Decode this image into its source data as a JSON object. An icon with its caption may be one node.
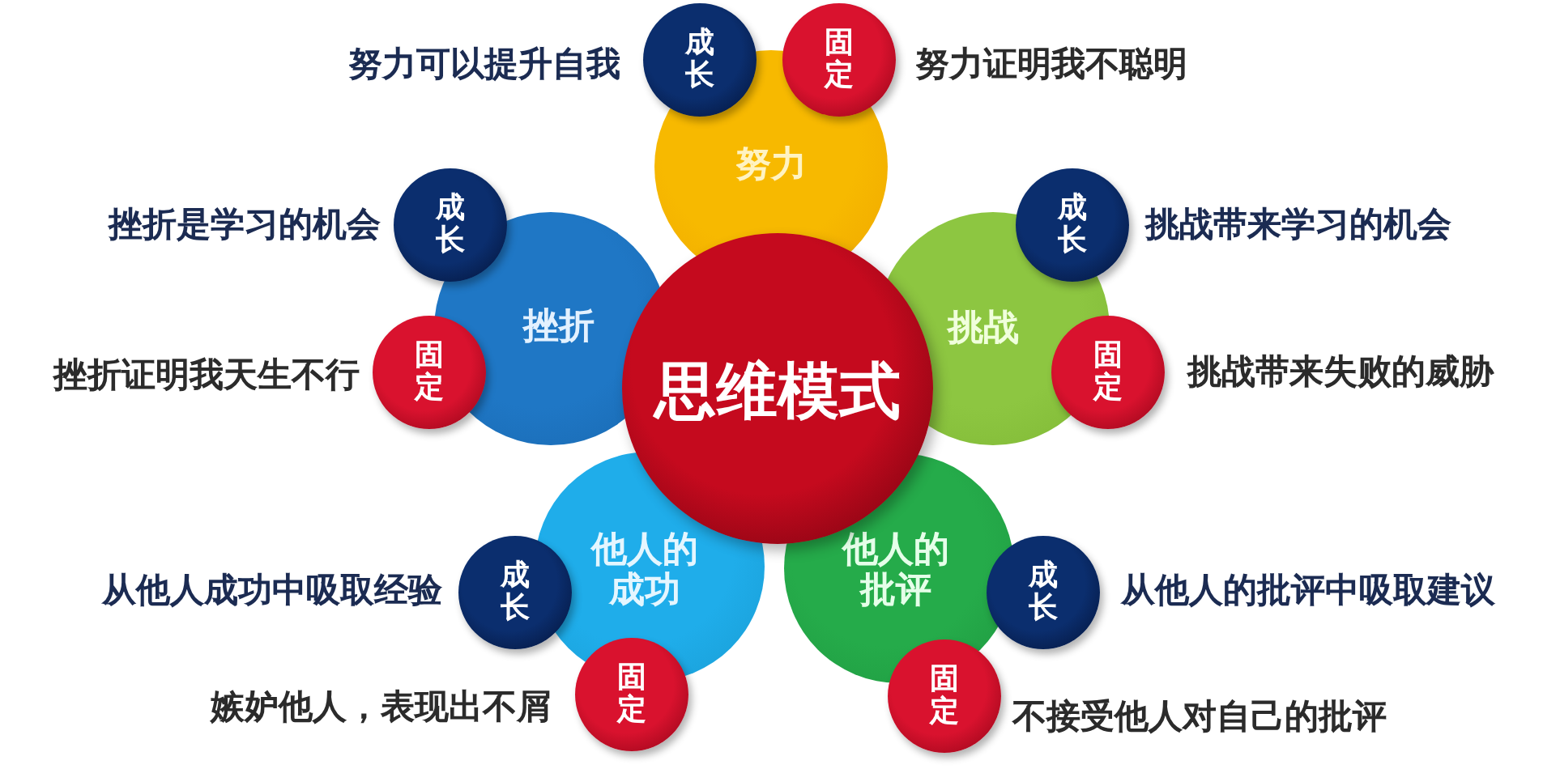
{
  "diagram": {
    "nodes": [
      {
        "text": [
          "思维模式"
        ]
      },
      {
        "text": [
          "努力"
        ]
      },
      {
        "text": [
          "成长"
        ],
        "beside": [
          "努力可以提升自我"
        ]
      },
      {
        "text": [
          "固定"
        ],
        "beside": [
          "努力证明我不聪明"
        ]
      },
      {
        "text": [
          "挫折"
        ]
      },
      {
        "text": [
          "成长"
        ],
        "beside": [
          "挫折是学习的机会"
        ]
      },
      {
        "text": [
          "固定"
        ],
        "beside": [
          "挫折证明我天生不行"
        ]
      },
      {
        "text": [
          "挑战"
        ]
      },
      {
        "text": [
          "成长"
        ],
        "beside": [
          "挑战带来学习的机会"
        ]
      },
      {
        "text": [
          "固定"
        ],
        "beside": [
          "挑战带来失败的威胁"
        ]
      },
      {
        "text": [
          "他人的成功"
        ]
      },
      {
        "text": [
          "成长"
        ],
        "beside": [
          "从他人成功中吸取经验"
        ]
      },
      {
        "text": [
          "固定"
        ],
        "beside": [
          "嫉妒他人，表现出不屑"
        ]
      },
      {
        "text": [
          "他人的批评"
        ]
      },
      {
        "text": [
          "成长"
        ],
        "beside": [
          "从他人的批评中吸取建议"
        ]
      },
      {
        "text": [
          "固定"
        ],
        "beside": [
          "不接受他人对自己的批评"
        ]
      }
    ]
  }
}
